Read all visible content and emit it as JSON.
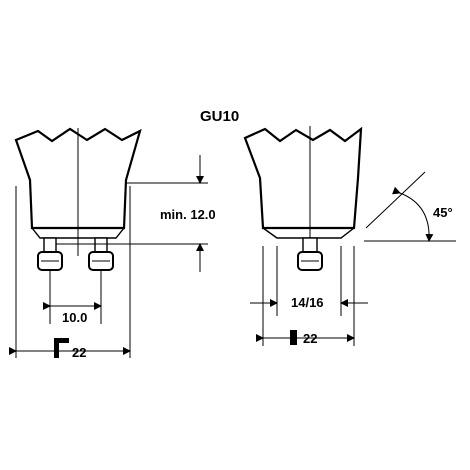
{
  "title": "GU10",
  "left_view": {
    "pin_spacing": "10.0",
    "overall_width": "22",
    "min_pin_length": "min. 12.0"
  },
  "right_view": {
    "pin_width": "14/16",
    "overall_width": "22",
    "angle": "45°"
  }
}
